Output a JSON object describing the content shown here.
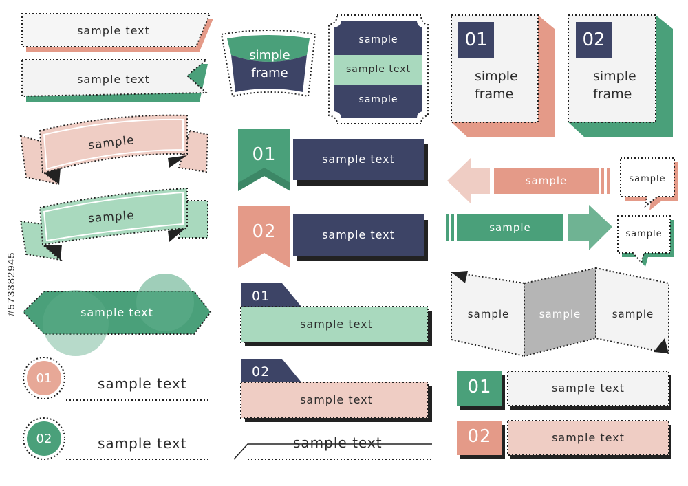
{
  "colors": {
    "navy": "#3d4466",
    "green": "#4aa07a",
    "light_green": "#a9d9be",
    "pink": "#e7a897",
    "light_pink": "#efcdc4",
    "salmon": "#e49a88",
    "gray": "#b5b5b5",
    "paper": "#f3f3f3"
  },
  "watermark": {
    "stock_id": "#573382945"
  },
  "top_banners": {
    "banner1_text": "sample text",
    "banner2_text": "sample text"
  },
  "trapezoid": {
    "line1": "simple",
    "line2": "frame"
  },
  "stacked_frame": {
    "band1": "sample",
    "band2": "sample text",
    "band3": "sample"
  },
  "cards": [
    {
      "number": "01",
      "line1": "simple",
      "line2": "frame"
    },
    {
      "number": "02",
      "line1": "simple",
      "line2": "frame"
    }
  ],
  "ribbons": {
    "pink": "sample",
    "green": "sample"
  },
  "flag_labels": [
    {
      "number": "01",
      "text": "sample text"
    },
    {
      "number": "02",
      "text": "sample text"
    }
  ],
  "arrows": {
    "left": "sample",
    "right": "sample",
    "bubble1": "sample",
    "bubble2": "sample"
  },
  "hexagon": {
    "text": "sample text"
  },
  "tab_labels": [
    {
      "number": "01",
      "text": "sample text"
    },
    {
      "number": "02",
      "text": "sample text"
    }
  ],
  "folded": {
    "panel1": "sample",
    "panel2": "sample",
    "panel3": "sample"
  },
  "circle_labels": [
    {
      "number": "01",
      "text": "sample text"
    },
    {
      "number": "02",
      "text": "sample text"
    }
  ],
  "slash_label": {
    "text": "sample text"
  },
  "square_labels": [
    {
      "number": "01",
      "text": "sample text"
    },
    {
      "number": "02",
      "text": "sample text"
    }
  ]
}
